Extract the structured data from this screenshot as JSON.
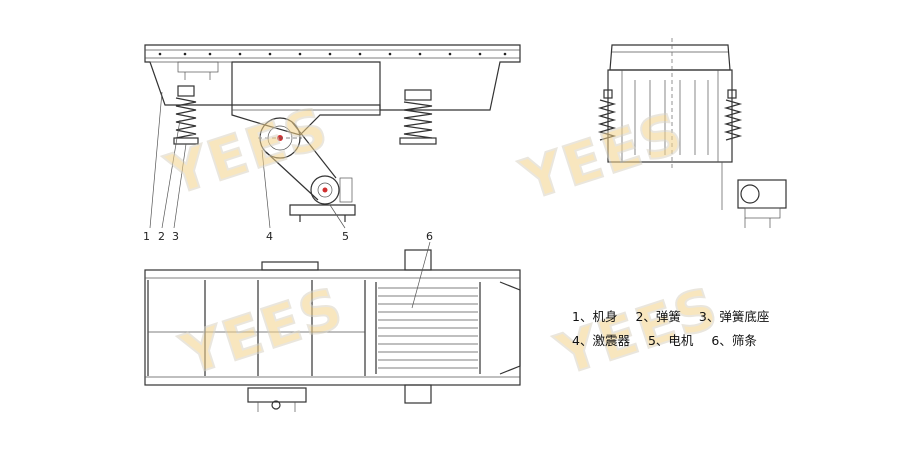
{
  "callouts": [
    "1",
    "2",
    "3",
    "4",
    "5",
    "6"
  ],
  "legend": {
    "row1": [
      "1、机身",
      "2、弹簧",
      "3、弹簧底座"
    ],
    "row2": [
      "4、激震器",
      "5、电机",
      "6、筛条"
    ]
  },
  "watermark": "YEES",
  "colors": {
    "line": "#333333",
    "watermark": "#f3d28a",
    "red_mark": "#d03030"
  }
}
